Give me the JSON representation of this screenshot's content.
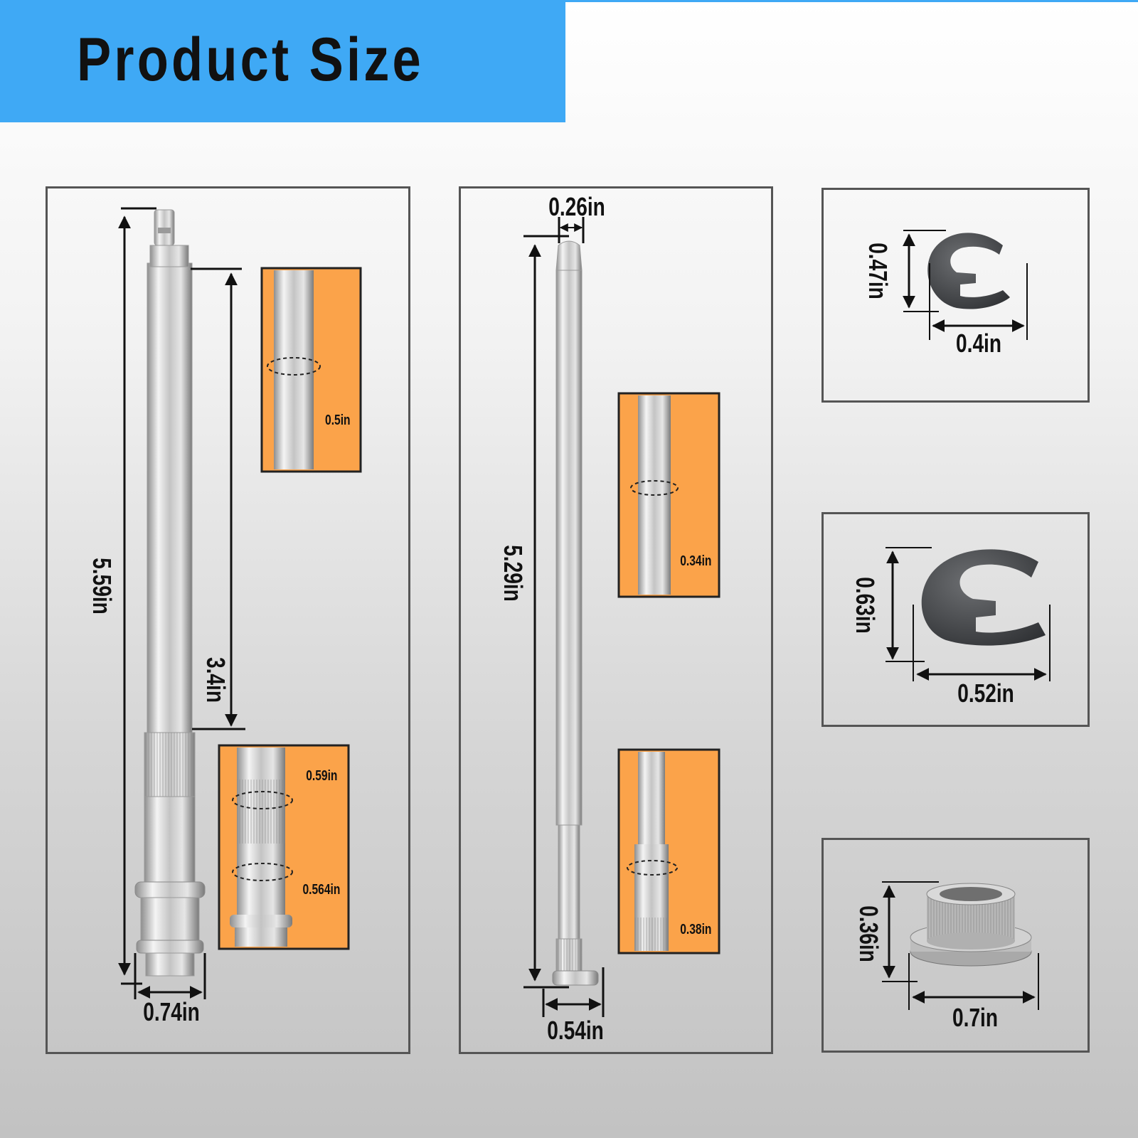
{
  "header": {
    "title": "Product Size"
  },
  "colors": {
    "banner": "#3fa9f5",
    "callout": "#fba34a"
  },
  "panel_long_pin": {
    "overall_length": "5.59in",
    "shaft_length": "3.4in",
    "base_width": "0.74in",
    "callout_top": {
      "diameter": "0.5in"
    },
    "callout_bottom": {
      "knurl_diameter": "0.59in",
      "shoulder_diameter": "0.564in"
    }
  },
  "panel_thin_pin": {
    "overall_length": "5.29in",
    "tip_width": "0.26in",
    "base_width": "0.54in",
    "callout_top": {
      "diameter": "0.34in"
    },
    "callout_bottom": {
      "diameter": "0.38in"
    }
  },
  "panel_small_clip": {
    "height": "0.47in",
    "width": "0.4in"
  },
  "panel_large_clip": {
    "height": "0.63in",
    "width": "0.52in"
  },
  "panel_bushing": {
    "height": "0.36in",
    "width": "0.7in"
  }
}
